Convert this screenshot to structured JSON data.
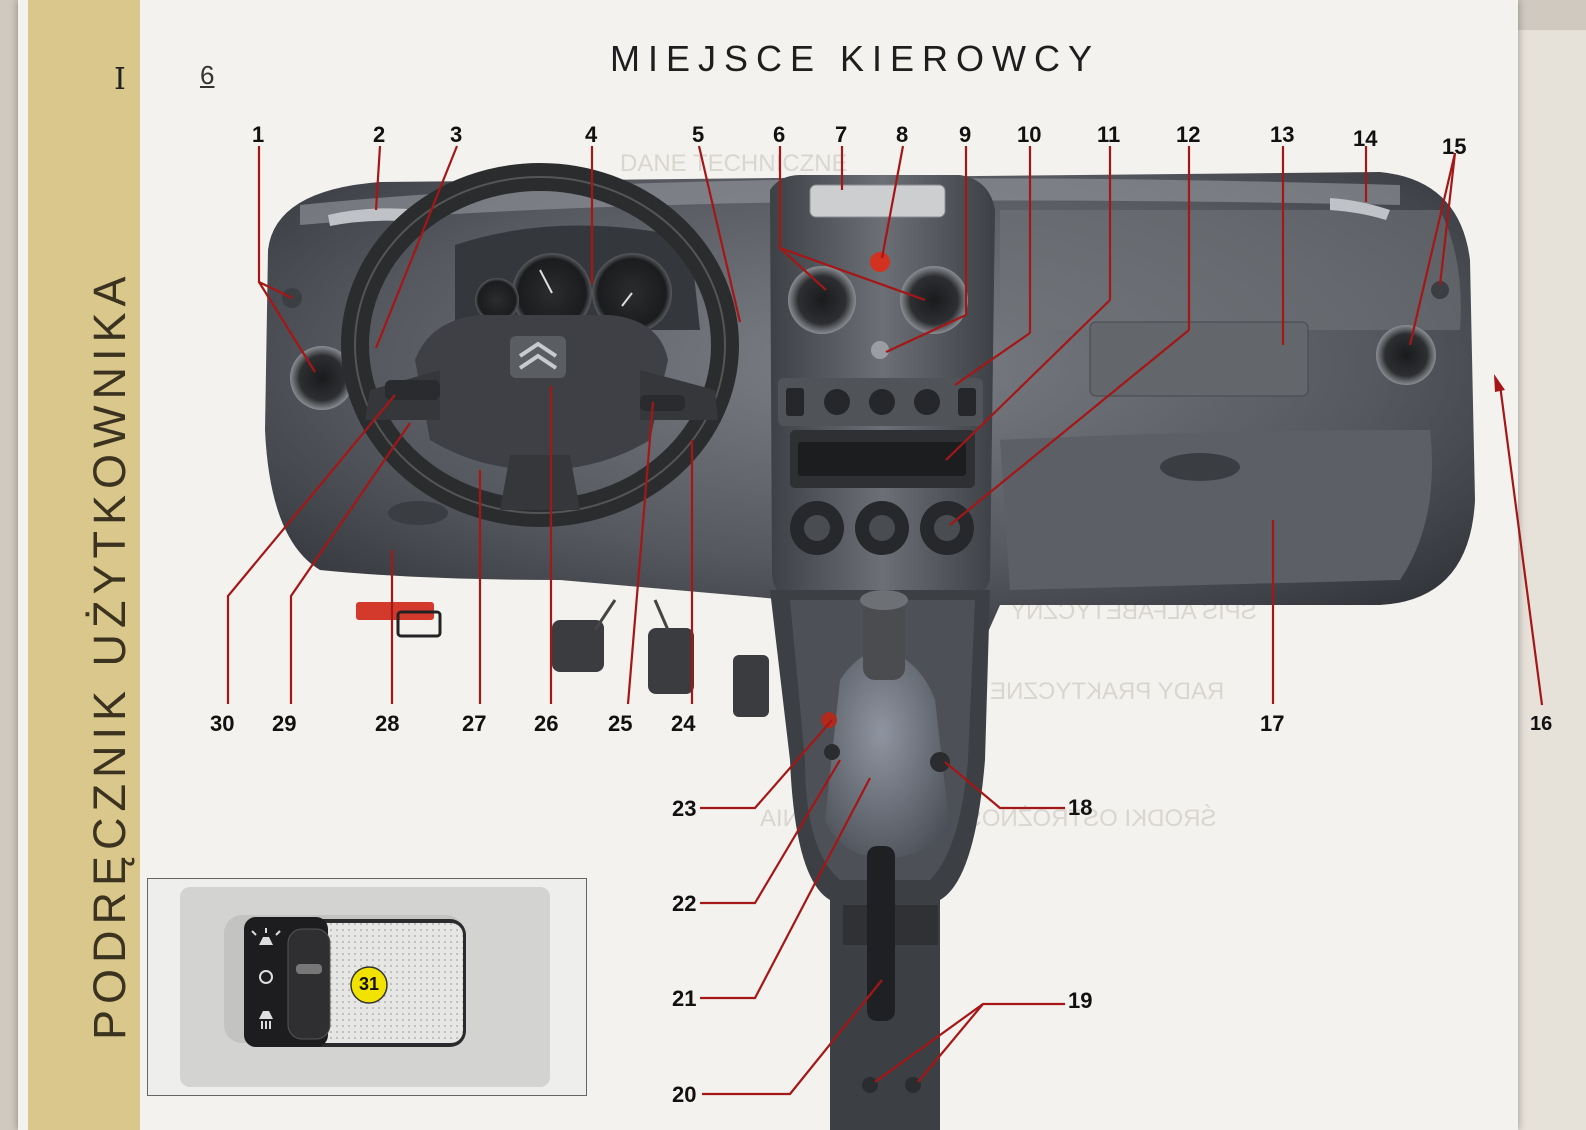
{
  "page": {
    "section_marker": "I",
    "page_number": "6",
    "title": "MIEJSCE KIEROWCY",
    "side_title": "PODRĘCZNIK UŻYTKOWNIKA"
  },
  "bleed_text": [
    "DANE TECHNICZNE",
    "SPIS ALFABETYCZNY",
    "RADY PRAKTYCZNE",
    "ŚRODKI OSTROŻNOŚCI UŻYTKOWANIA"
  ],
  "callouts": [
    "1",
    "2",
    "3",
    "4",
    "5",
    "6",
    "7",
    "8",
    "9",
    "10",
    "11",
    "12",
    "13",
    "14",
    "15",
    "16",
    "17",
    "18",
    "19",
    "20",
    "21",
    "22",
    "23",
    "24",
    "25",
    "26",
    "27",
    "28",
    "29",
    "30"
  ],
  "inset": {
    "label": "31"
  },
  "colors": {
    "spine": "#d9c78c",
    "leader": "#b01818",
    "badge": "#f2e200",
    "dashboard": "#4e5257"
  }
}
